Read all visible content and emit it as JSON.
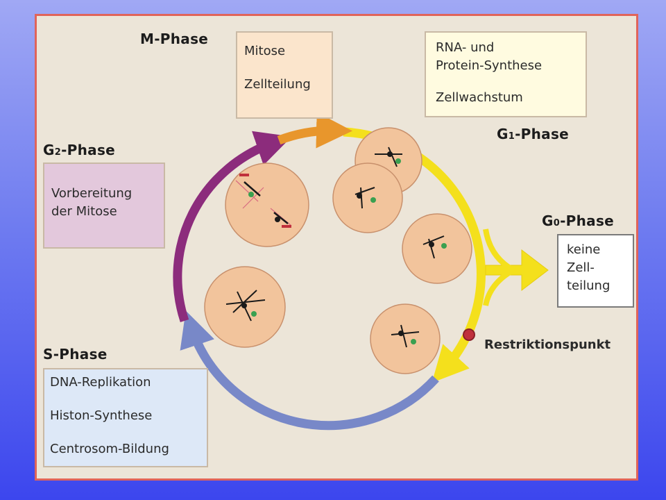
{
  "phases": {
    "m": {
      "title": "M-Phase",
      "lines": [
        "Mitose",
        "Zellteilung"
      ]
    },
    "g1": {
      "title_main": "G",
      "title_sub": "1",
      "title_rest": "-Phase",
      "lines": [
        "RNA- und",
        "Protein-Synthese",
        "Zellwachstum"
      ]
    },
    "g2": {
      "title_main": "G",
      "title_sub": "2",
      "title_rest": "-Phase",
      "lines": [
        "Vorbereitung",
        "der Mitose"
      ]
    },
    "s": {
      "title": "S-Phase",
      "lines": [
        "DNA-Replikation",
        "Histon-Synthese",
        "Centrosom-Bildung"
      ]
    },
    "g0": {
      "title_main": "G",
      "title_sub": "0",
      "title_rest": "-Phase",
      "lines": [
        "keine",
        "Zell-",
        "teilung"
      ]
    }
  },
  "restriction_point": {
    "label": "Restriktionspunkt"
  },
  "colors": {
    "m_phase": "#e8962c",
    "g1_phase": "#f4e01c",
    "g2_phase": "#8c2c7c",
    "s_phase": "#7888c8",
    "restriction_point": "#c0303c",
    "cell_fill": "#f2c49c",
    "cell_stroke": "#c8906c"
  }
}
